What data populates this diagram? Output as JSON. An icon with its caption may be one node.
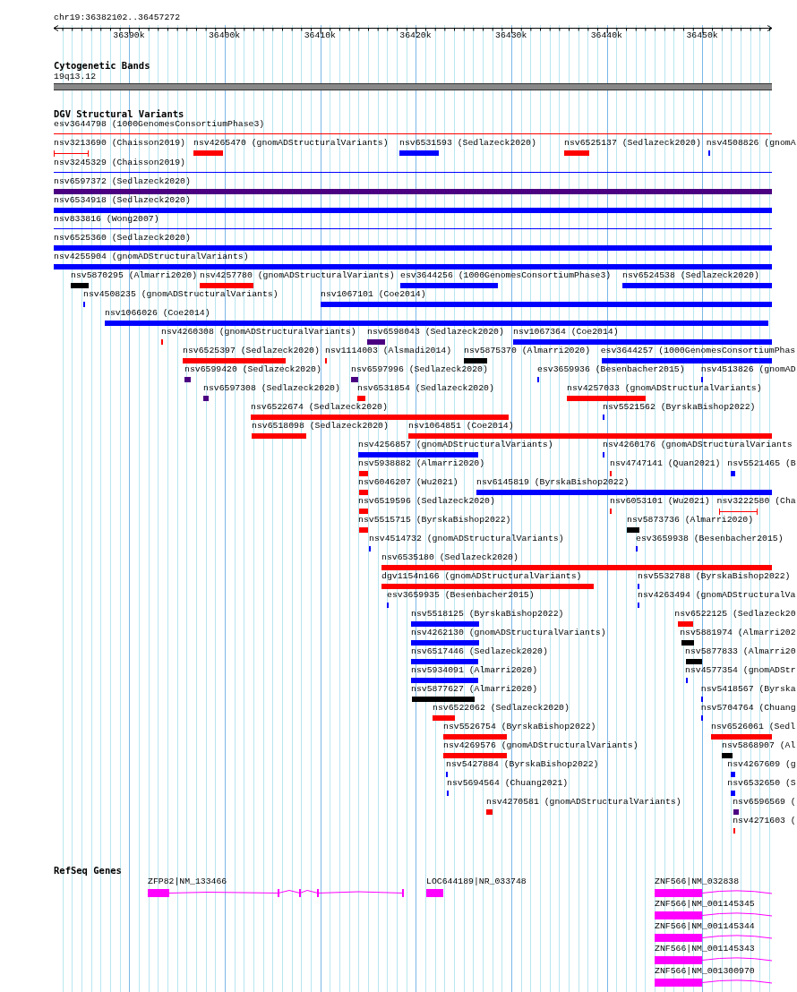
{
  "diagram": {
    "labels": [
      "chr19:36382102..36457272",
      "36390k",
      "36400k",
      "36410k",
      "36420k",
      "36430k",
      "36440k",
      "36450k",
      "Cytogenetic Bands",
      "19q13.12",
      "DGV Structural Variants",
      "esv3644798 (1000GenomesConsortiumPhase3)",
      "nsv3213690 (Chaisson2019)",
      "nsv4265470 (gnomADStructuralVariants)",
      "nsv6531593 (Sedlazeck2020)",
      "nsv6525137 (Sedlazeck2020)",
      "nsv4508826 (gnomA",
      "nsv3245329 (Chaisson2019)",
      "nsv6597372 (Sedlazeck2020)",
      "nsv6534918 (Sedlazeck2020)",
      "nsv833816 (Wong2007)",
      "nsv6525360 (Sedlazeck2020)",
      "nsv4255904 (gnomADStructuralVariants)",
      "nsv5870295 (Almarri2020)",
      "nsv4257780 (gnomADStructuralVariants)",
      "esv3644256 (1000GenomesConsortiumPhase3)",
      "nsv6524538 (Sedlazeck2020)",
      "nsv4508235 (gnomADStructuralVariants)",
      "nsv1067101 (Coe2014)",
      "nsv1066026 (Coe2014)",
      "nsv4260308 (gnomADStructuralVariants)",
      "nsv6598043 (Sedlazeck2020)",
      "nsv1067364 (Coe2014)",
      "nsv6525397 (Sedlazeck2020)",
      "nsv1114003 (Alsmadi2014)",
      "nsv5875370 (Almarri2020)",
      "esv3644257 (1000GenomesConsortiumPhas",
      "nsv6599420 (Sedlazeck2020)",
      "nsv6597996 (Sedlazeck2020)",
      "esv3659936 (Besenbacher2015)",
      "nsv4513826 (gnomAD",
      "nsv6597308 (Sedlazeck2020)",
      "nsv6531854 (Sedlazeck2020)",
      "nsv4257033 (gnomADStructuralVariants)",
      "nsv6522674 (Sedlazeck2020)",
      "nsv5521562 (ByrskaBishop2022)",
      "nsv6518098 (Sedlazeck2020)",
      "nsv1064851 (Coe2014)",
      "nsv4256857 (gnomADStructuralVariants)",
      "nsv4260176 (gnomADStructuralVariants",
      "nsv5938882 (Almarri2020)",
      "nsv4747141 (Quan2021)",
      "nsv5521465 (B",
      "nsv6046207 (Wu2021)",
      "nsv6145819 (ByrskaBishop2022)",
      "nsv6519596 (Sedlazeck2020)",
      "nsv6053101 (Wu2021)",
      "nsv3222580 (Cha",
      "nsv5515715 (ByrskaBishop2022)",
      "nsv5873736 (Almarri2020)",
      "nsv4514732 (gnomADStructuralVariants)",
      "esv3659938 (Besenbacher2015)",
      "nsv6535180 (Sedlazeck2020)",
      "dgv1154n166 (gnomADStructuralVariants)",
      "nsv5532788 (ByrskaBishop2022)",
      "esv3659935 (Besenbacher2015)",
      "nsv4263494 (gnomADStructuralVa",
      "nsv5518125 (ByrskaBishop2022)",
      "nsv6522125 (Sedlazeck20",
      "nsv4262130 (gnomADStructuralVariants)",
      "nsv5881974 (Almarri202",
      "nsv6517446 (Sedlazeck2020)",
      "nsv5877833 (Almarri20",
      "nsv5934091 (Almarri2020)",
      "nsv4577354 (gnomADStr",
      "nsv5877627 (Almarri2020)",
      "nsv5418567 (Byrska",
      "nsv6522062 (Sedlazeck2020)",
      "nsv5704764 (Chuang",
      "nsv5526754 (ByrskaBishop2022)",
      "nsv6526061 (Sedl",
      "nsv4269576 (gnomADStructuralVariants)",
      "nsv5868907 (Al",
      "nsv5427884 (ByrskaBishop2022)",
      "nsv4267609 (g",
      "nsv5694564 (Chuang2021)",
      "nsv6532650 (S",
      "nsv4270581 (gnomADStructuralVariants)",
      "nsv6596569 (",
      "nsv4271603 (",
      "RefSeq Genes",
      "ZFP82|NM_133466",
      "LOC644189|NR_033748",
      "ZNF566|NM_032838",
      "ZNF566|NM_001145345",
      "ZNF566|NM_001145344",
      "ZNF566|NM_001145343",
      "ZNF566|NM_001300970"
    ]
  }
}
